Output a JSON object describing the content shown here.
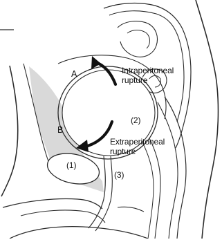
{
  "labels": {
    "a": "A",
    "b": "B",
    "intraperitoneal_line1": "Intraperitoneal",
    "intraperitoneal_line2": "rupture",
    "extraperitoneal_line1": "Extraperitoneal",
    "extraperitoneal_line2": "rupture",
    "n1": "(1)",
    "n2": "(2)",
    "n3": "(3)"
  },
  "colors": {
    "line": "#2b2b2b",
    "shade": "#d9d9d9",
    "arrow": "#111111",
    "background": "#ffffff"
  }
}
